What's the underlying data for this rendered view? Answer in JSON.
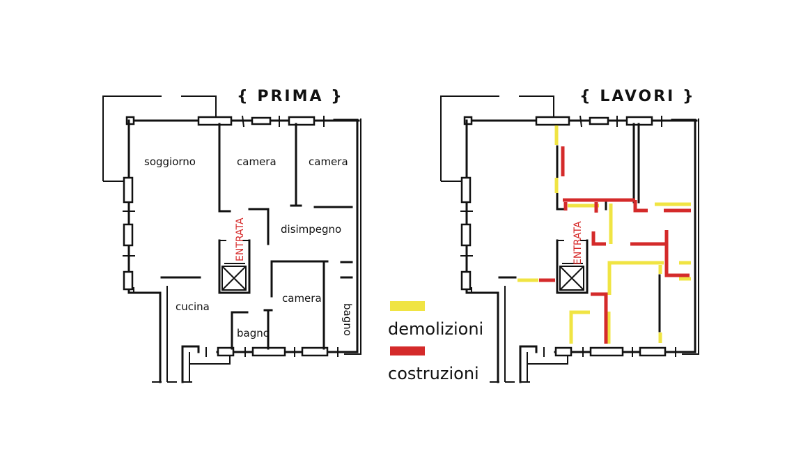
{
  "plan_before": {
    "title": "{ PRIMA }",
    "rooms": {
      "soggiorno": "soggiorno",
      "camera_1": "camera",
      "camera_2": "camera",
      "disimpegno": "disimpegno",
      "entrata": "ENTRATA",
      "cucina": "cucina",
      "camera_3": "camera",
      "bagno_1": "bagno",
      "bagno_2": "bagno"
    }
  },
  "plan_works": {
    "title": "{ LAVORI }",
    "entrata": "ENTRATA"
  },
  "legend": {
    "demolizioni": {
      "label": "demolizioni",
      "color": "#f0e443"
    },
    "costruzioni": {
      "label": "costruzioni",
      "color": "#d42a2a"
    }
  }
}
